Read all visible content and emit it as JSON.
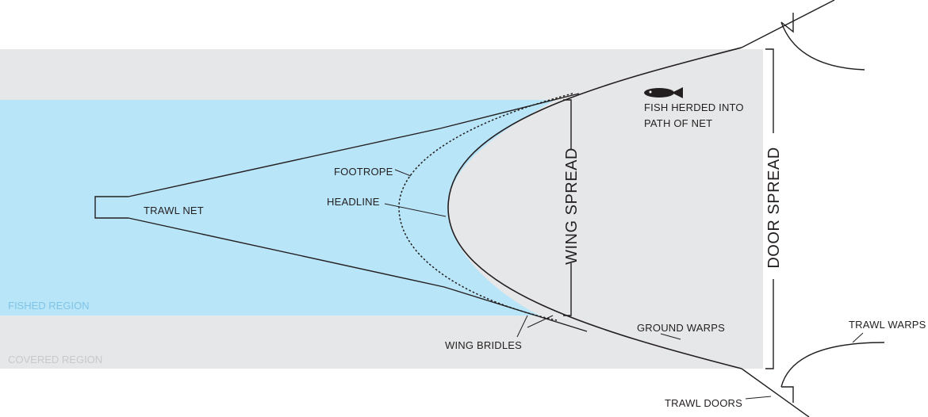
{
  "colors": {
    "covered_region": "#e6e7e8",
    "fished_region": "#b9e5f8",
    "lines": "#231f20",
    "fished_label": "#7fc4e6",
    "covered_label": "#c8c9cb"
  },
  "labels": {
    "trawl_net": "TRAWL NET",
    "footrope": "FOOTROPE",
    "headline": "HEADLINE",
    "wing_spread": "WING SPREAD",
    "door_spread": "DOOR SPREAD",
    "fish_herded_line1": "FISH HERDED INTO",
    "fish_herded_line2": "PATH OF NET",
    "wing_bridles": "WING BRIDLES",
    "ground_warps": "GROUND WARPS",
    "trawl_warps": "TRAWL WARPS",
    "trawl_doors": "TRAWL DOORS",
    "fished_region": "FISHED REGION",
    "covered_region": "COVERED REGION"
  },
  "icons": {
    "fish": "fish-icon"
  }
}
